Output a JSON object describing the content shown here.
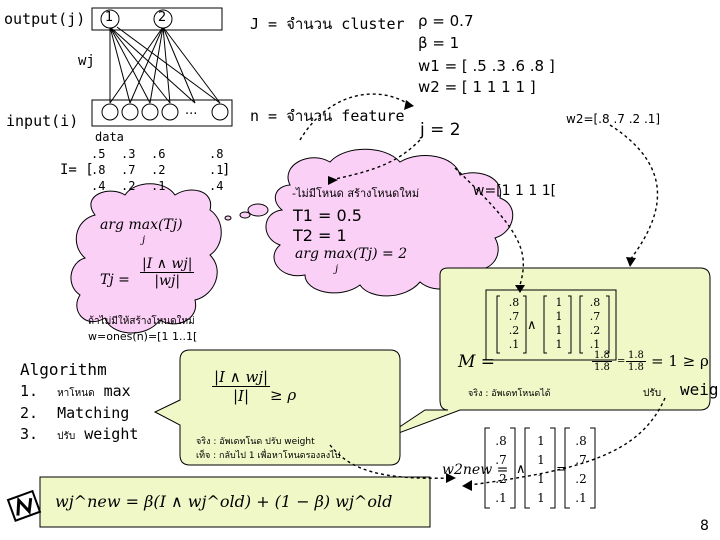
{
  "network": {
    "output_label": "output(j)",
    "output_nodes": [
      "1",
      "2"
    ],
    "wj_label": "wj",
    "input_label": "input(i)",
    "input_ellipsis": "..."
  },
  "params": {
    "J_text": "J = จำนวน  cluster",
    "n_text": "n = จำนวน  feature",
    "rho": "ρ = 0.7",
    "beta": "β = 1",
    "w1": "w1 = [  .5   .3   .6  .8  ]",
    "w2": "w2 = [  1    1    1    1  ]",
    "w2_small": "w2=[.8   .7   .2  .1]",
    "j_eq": "j = 2"
  },
  "data_table": {
    "label": "data",
    "I_prefix": "I= [",
    "rows": [
      [
        ".5",
        ".3",
        ".6",
        ".8"
      ],
      [
        ".8",
        ".7",
        ".2",
        ".1"
      ],
      [
        ".4",
        ".2",
        ".1",
        ".4"
      ]
    ],
    "close": "]"
  },
  "cloud_left": {
    "argmax": "arg max(Tj)",
    "sub": "j",
    "Tj_lhs": "Tj =",
    "Tj_num": "|I ∧ wj|",
    "Tj_den": "|wj|",
    "note_thai": "ถ้าไม่มีให้สร้างโหนดใหม่",
    "note_init": "w=ones(n)=[1 1..1["
  },
  "cloud_right": {
    "line1": "-ไม่มีโหนด             สร้างโหนดใหม่",
    "w_new": "w=[1 1 1 1[",
    "T1": "T1 = 0.5",
    "T2": "T2 = 1",
    "argmax2": "arg max(Tj) = 2",
    "sub": "j"
  },
  "algorithm": {
    "title": "Algorithm",
    "steps": [
      {
        "num": "1.",
        "thai": "หาโหนด",
        "text": "max"
      },
      {
        "num": "2.",
        "thai": "",
        "text": "Matching"
      },
      {
        "num": "3.",
        "thai": "ปรับ",
        "text": "weight"
      }
    ]
  },
  "match_box": {
    "ineq_num": "|I ∧ wj|",
    "ineq_den": "|I|",
    "ineq_rhs": "≥ ρ",
    "true_line": "จริง   : อัพเดทโนด              ปรับ    weight",
    "false_line": "เท็จ    : กลับไป  1 เพื่อหาโหนดรองลงไป"
  },
  "right_box": {
    "colA": [
      ".8",
      ".7",
      ".2",
      ".1"
    ],
    "colB": [
      "1",
      "1",
      "1",
      "1"
    ],
    "colC": [
      ".8",
      ".7",
      ".2",
      ".1"
    ],
    "M_lhs": "M =",
    "M_num1": "1.8",
    "M_den1": "1.8",
    "M_num2": "1.8",
    "M_den2": "1.8",
    "M_rhs": "= 1 ≥ ρ",
    "true_text": "จริง   : อัพเดทโหนดได้",
    "adjust": "ปรับ",
    "weight_text": "weigh",
    "w2new_lhs": "w2new =",
    "and_sym": "∧"
  },
  "update_formula": {
    "text": "wj^new = β(I ∧ wj^old) + (1 − β) wj^old"
  },
  "page_number": "8"
}
